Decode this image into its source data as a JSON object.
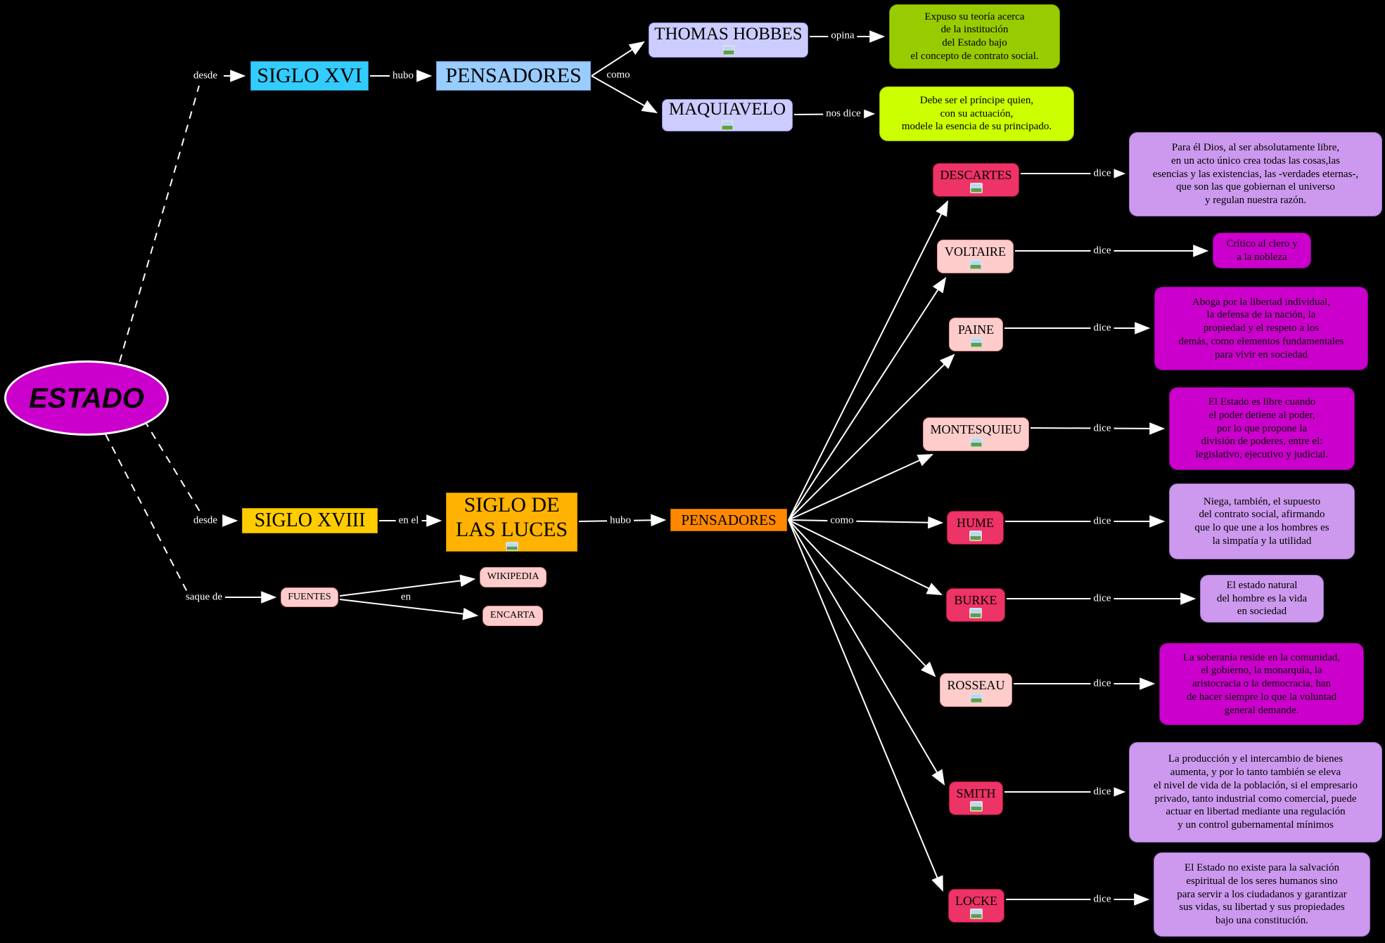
{
  "diagram": {
    "type": "concept-map",
    "root": "ESTADO"
  },
  "colors": {
    "background": "#000000",
    "line": "#ffffff",
    "estado_node": "#cc00cc",
    "siglo_xvi_node": "#33ccff",
    "pensadores_top_node": "#99ccff",
    "lavender_node": "#ccccff",
    "hobbes_quote_box": "#99cc00",
    "maquiavelo_quote_box": "#ccff00",
    "siglo_xviii_node": "#ffcc00",
    "siglo_luces_node": "#ffb300",
    "pensadores_bottom_node": "#ff8800",
    "pink_node": "#ffcccc",
    "crimson_node": "#ee3366",
    "purple_quote_box": "#cc99ee",
    "magenta_quote_box": "#cc00cc"
  },
  "nodes": {
    "estado": {
      "label": "ESTADO"
    },
    "siglo_xvi": {
      "label": "SIGLO XVI"
    },
    "pensadores_1": {
      "label": "PENSADORES"
    },
    "thomas_hobbes": {
      "label": "THOMAS HOBBES"
    },
    "maquiavelo": {
      "label": "MAQUIAVELO"
    },
    "hobbes_quote": {
      "text": "Expuso su teoría acerca\nde la institución\ndel Estado bajo\nel concepto de contrato social."
    },
    "maquiavelo_quote": {
      "text": "Debe ser el príncipe quien,\ncon su actuación,\nmodele la esencia de su principado."
    },
    "siglo_xviii": {
      "label": "SIGLO XVIII"
    },
    "siglo_luces": {
      "label": "SIGLO DE\nLAS LUCES"
    },
    "pensadores_2": {
      "label": "PENSADORES"
    },
    "fuentes": {
      "label": "FUENTES"
    },
    "wikipedia": {
      "label": "WIKIPEDIA"
    },
    "encarta": {
      "label": "ENCARTA"
    },
    "descartes": {
      "label": "DESCARTES"
    },
    "voltaire": {
      "label": "VOLTAIRE"
    },
    "paine": {
      "label": "PAINE"
    },
    "montesquieu": {
      "label": "MONTESQUIEU"
    },
    "hume": {
      "label": "HUME"
    },
    "burke": {
      "label": "BURKE"
    },
    "rosseau": {
      "label": "ROSSEAU"
    },
    "smith": {
      "label": "SMITH"
    },
    "locke": {
      "label": "LOCKE"
    },
    "descartes_quote": {
      "text": "Para él Dios, al ser absolutamente libre,\nen un acto único crea todas las cosas,las\nesencias y las existencias, las -verdades eternas-,\nque son las que gobiernan el universo\ny regulan nuestra razón."
    },
    "voltaire_quote": {
      "text": "Crítico al clero y\na la nobleza"
    },
    "paine_quote": {
      "text": "Aboga por la libertad individual,\nla defensa de la nación, la\npropiedad y el respeto a los\ndemás, como elementos fundamentales\npara vivir en sociedad"
    },
    "montesquieu_quote": {
      "text": "El Estado es libre cuando\nel poder detiene al poder,\npor lo que propone la\ndivisión de poderes, entre el:\nlegislativo, ejecutivo y judicial."
    },
    "hume_quote": {
      "text": "Niega, también, el supuesto\ndel contrato social, afirmando\nque lo que une a los hombres es\nla simpatía y la utilidad"
    },
    "burke_quote": {
      "text": "El estado natural\ndel hombre es la vida\nen sociedad"
    },
    "rosseau_quote": {
      "text": "La soberanía reside en la comunidad,\nel gobierno, la monarquía, la\naristocracia o la democracia, han\nde hacer siempre lo que la voluntad\ngeneral demande."
    },
    "smith_quote": {
      "text": "La producción y el intercambio de bienes\naumenta, y por lo tanto también se eleva\nel nivel de vida de la población, si el empresario\nprivado, tanto industrial como comercial, puede\nactuar en libertad mediante una regulación\ny un control gubernamental mínimos"
    },
    "locke_quote": {
      "text": "El Estado no existe para la salvación\nespiritual de los seres humanos sino\npara servir a los ciudadanos y garantizar\nsus vidas, su libertad y sus propiedades\nbajo una constitución."
    }
  },
  "edges": [
    {
      "from": "estado",
      "label": "desde",
      "to": "siglo_xvi"
    },
    {
      "from": "siglo_xvi",
      "label": "hubo",
      "to": "pensadores_1"
    },
    {
      "from": "pensadores_1",
      "label": "como",
      "to": "thomas_hobbes, maquiavelo"
    },
    {
      "from": "thomas_hobbes",
      "label": "opina",
      "to": "hobbes_quote"
    },
    {
      "from": "maquiavelo",
      "label": "nos dice",
      "to": "maquiavelo_quote"
    },
    {
      "from": "estado",
      "label": "desde",
      "to": "siglo_xviii"
    },
    {
      "from": "siglo_xviii",
      "label": "en el",
      "to": "siglo_luces"
    },
    {
      "from": "siglo_luces",
      "label": "hubo",
      "to": "pensadores_2"
    },
    {
      "from": "pensadores_2",
      "label": "como",
      "to": "descartes, voltaire, paine, montesquieu, hume, burke, rosseau, smith, locke"
    },
    {
      "from": "descartes",
      "label": "dice",
      "to": "descartes_quote"
    },
    {
      "from": "voltaire",
      "label": "dice",
      "to": "voltaire_quote"
    },
    {
      "from": "paine",
      "label": "dice",
      "to": "paine_quote"
    },
    {
      "from": "montesquieu",
      "label": "dice",
      "to": "montesquieu_quote"
    },
    {
      "from": "hume",
      "label": "dice",
      "to": "hume_quote"
    },
    {
      "from": "burke",
      "label": "dice",
      "to": "burke_quote"
    },
    {
      "from": "rosseau",
      "label": "dice",
      "to": "rosseau_quote"
    },
    {
      "from": "smith",
      "label": "dice",
      "to": "smith_quote"
    },
    {
      "from": "locke",
      "label": "dice",
      "to": "locke_quote"
    },
    {
      "from": "estado",
      "label": "saque de",
      "to": "fuentes"
    },
    {
      "from": "fuentes",
      "label": "en",
      "to": "wikipedia, encarta"
    }
  ]
}
